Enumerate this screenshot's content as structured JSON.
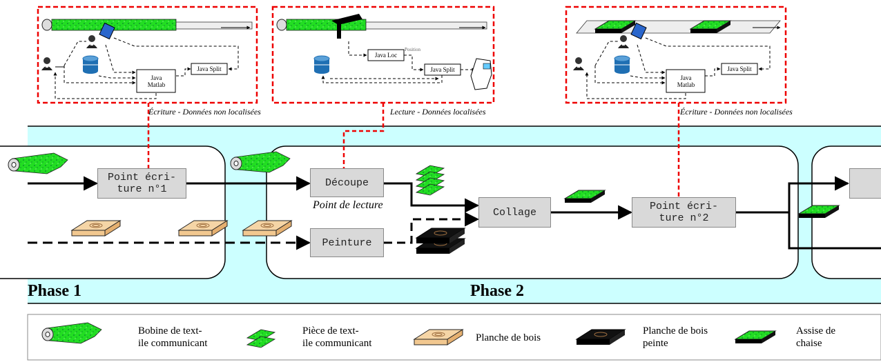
{
  "panels": {
    "left": {
      "caption": "Écriture - Données non localisées",
      "java_matlab": [
        "Java",
        "Matlab"
      ],
      "java_split": "Java Split"
    },
    "middle": {
      "caption": "Lecture - Données localisées",
      "java_loc": "Java Loc",
      "position": "Position",
      "java_split": "Java Split"
    },
    "right": {
      "caption": "Écriture - Données non localisées",
      "java_matlab": [
        "Java",
        "Matlab"
      ],
      "java_split": "Java Split"
    }
  },
  "process": {
    "point_ecriture_1": [
      "Point écri-",
      "ture n°1"
    ],
    "decoupe": "Découpe",
    "point_de_lecture": "Point de lecture",
    "peinture": "Peinture",
    "collage": "Collage",
    "point_ecriture_2": [
      "Point écri-",
      "ture n°2"
    ]
  },
  "phases": {
    "phase1": "Phase 1",
    "phase2": "Phase 2"
  },
  "legend": [
    {
      "icon": "textile-roll-icon",
      "label": [
        "Bobine de text-",
        "ile communicant"
      ]
    },
    {
      "icon": "textile-piece-icon",
      "label": [
        "Pièce de text-",
        "ile communicant"
      ]
    },
    {
      "icon": "wood-plank-icon",
      "label": [
        "Planche de bois"
      ]
    },
    {
      "icon": "painted-plank-icon",
      "label": [
        "Planche de bois",
        "peinte"
      ]
    },
    {
      "icon": "chair-seat-icon",
      "label": [
        "Assise de",
        "chaise"
      ]
    }
  ],
  "colors": {
    "band": "#ccffff",
    "dashed_red": "#ee0000",
    "textile_green": "#22dd22",
    "process_box": "#d9d9d9",
    "wood": "#f5d5a6"
  }
}
